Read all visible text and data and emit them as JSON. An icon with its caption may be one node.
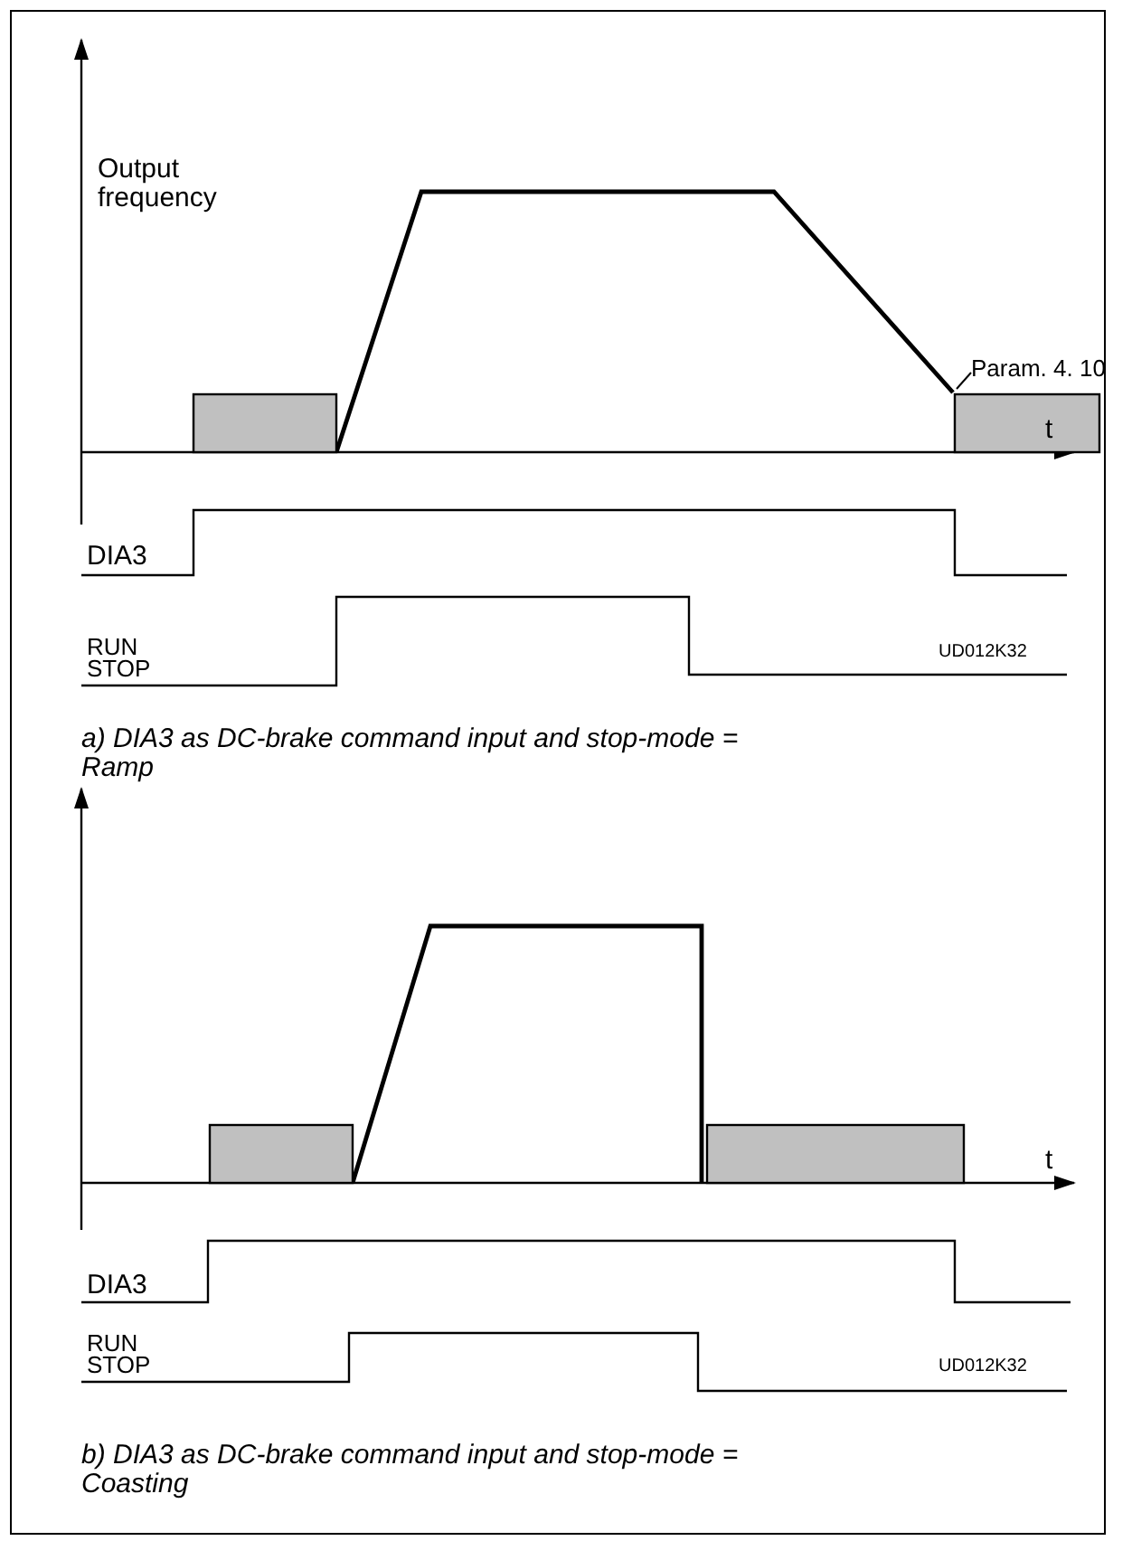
{
  "diagram": {
    "nodes": [
      {
        "text": [
          "Param. 4. 10"
        ]
      },
      {
        "text": [],
        "shape": "curve"
      },
      {
        "text": [],
        "shape": "bar"
      },
      {
        "text": [],
        "shape": "bar"
      },
      {
        "text": [],
        "shape": "curve"
      },
      {
        "text": [],
        "shape": "bar"
      },
      {
        "text": [],
        "shape": "bar"
      }
    ],
    "edges": [
      {
        "from": 0,
        "to": 1,
        "arrow": "none"
      }
    ],
    "labels": [
      "Output frequency",
      "t",
      "DIA3",
      "RUN STOP",
      "UD012K32",
      "a) DIA3 as DC-brake command input and stop-mode = Ramp",
      "t",
      "DIA3",
      "RUN STOP",
      "UD012K32",
      "b) DIA3 as DC-brake command input and stop-mode = Coasting"
    ]
  }
}
